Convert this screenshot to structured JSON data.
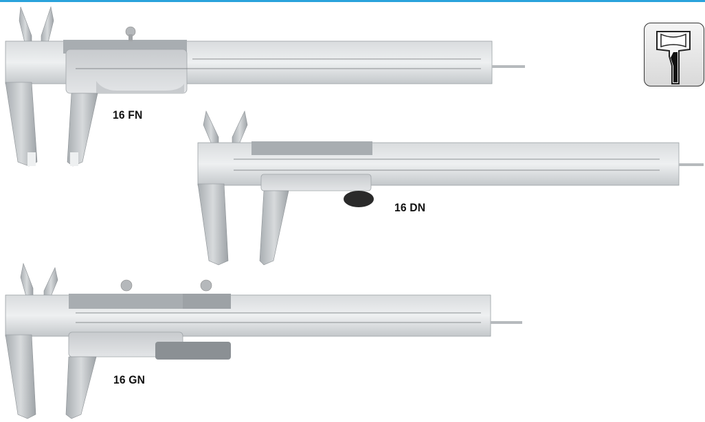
{
  "accent_color": "#2aa3dc",
  "products": [
    {
      "label": "16 FN"
    },
    {
      "label": "16 DN"
    },
    {
      "label": "16 GN"
    }
  ],
  "icon": {
    "name": "jaw-profile-icon"
  }
}
